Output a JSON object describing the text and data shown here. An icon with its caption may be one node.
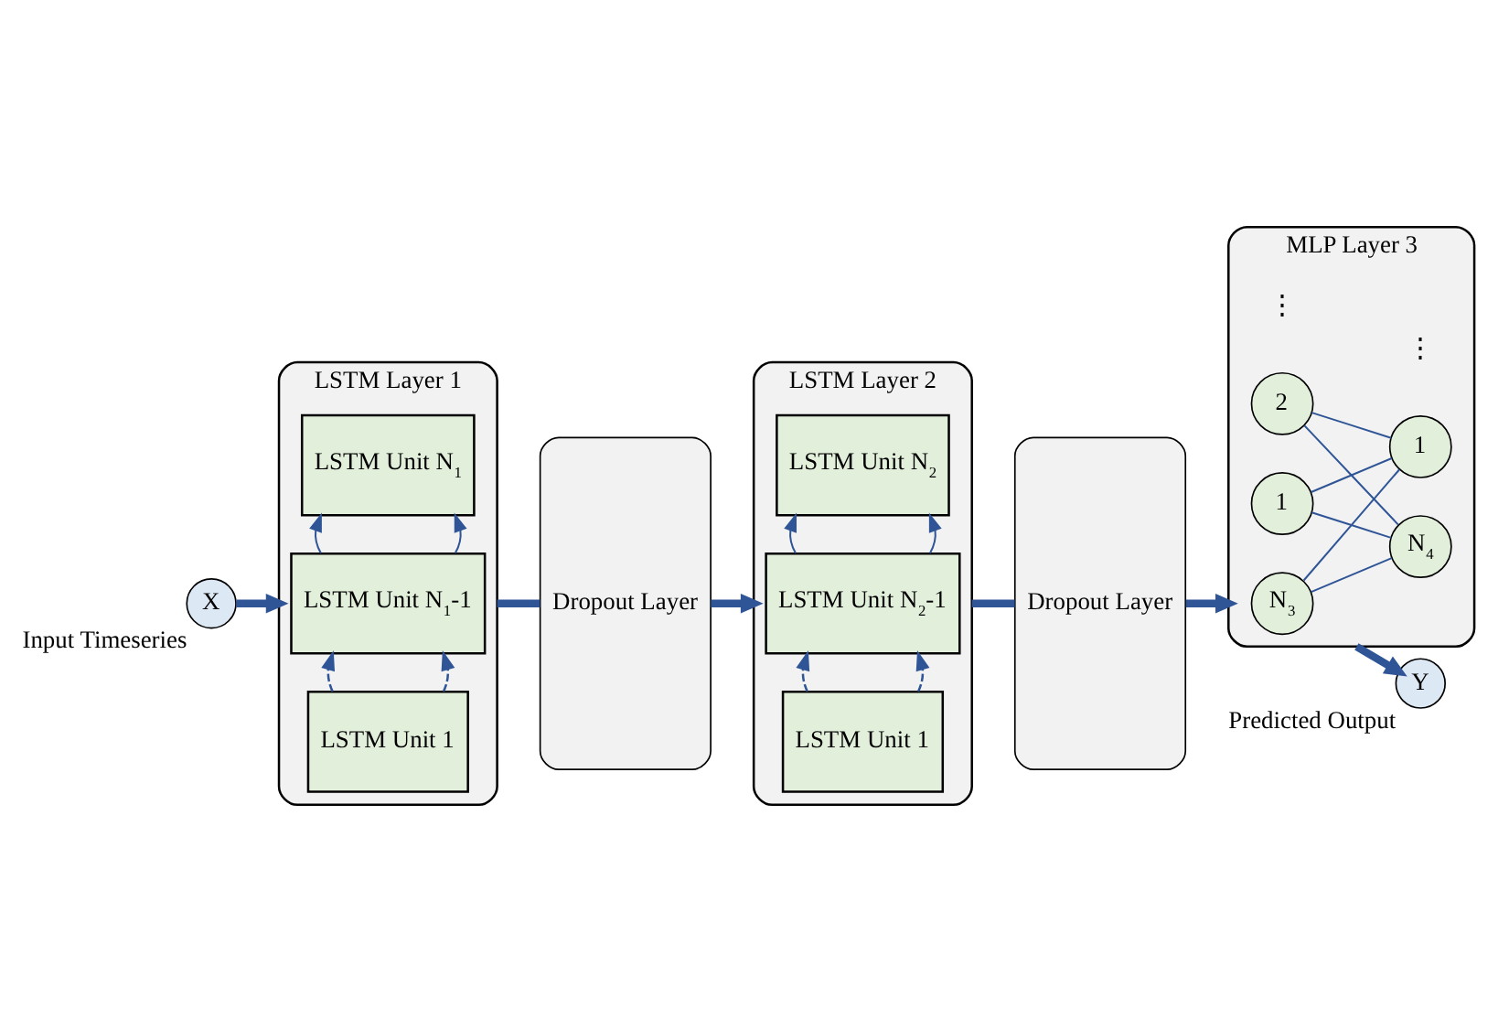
{
  "diagram": {
    "nodes": [
      {
        "text": [
          "X"
        ],
        "beside": [
          "Input Timeseries"
        ]
      },
      {
        "text": [
          "LSTM Layer 1"
        ]
      },
      {
        "text": [
          "LSTM Unit 1"
        ],
        "in": 1
      },
      {
        "text": [
          "LSTM Unit N$_{1}$-1"
        ],
        "in": 1
      },
      {
        "text": [
          "LSTM Unit N$_{1}$"
        ],
        "in": 1
      },
      {
        "text": [
          "Dropout Layer"
        ]
      },
      {
        "text": [
          "LSTM Layer 2"
        ]
      },
      {
        "text": [
          "LSTM Unit 1"
        ],
        "in": 6
      },
      {
        "text": [
          "LSTM Unit N$_{2}$-1"
        ],
        "in": 6
      },
      {
        "text": [
          "LSTM Unit N$_{2}$"
        ],
        "in": 6
      },
      {
        "text": [
          "Dropout Layer"
        ]
      },
      {
        "text": [
          "MLP Layer 3"
        ]
      },
      {
        "text": [
          "1"
        ],
        "in": 11
      },
      {
        "text": [
          "2"
        ],
        "in": 11
      },
      {
        "text": [
          "N$_{3}$"
        ],
        "in": 11
      },
      {
        "text": [
          "1"
        ],
        "in": 11
      },
      {
        "text": [
          "N$_{4}$"
        ],
        "in": 11
      },
      {
        "text": [
          "Y"
        ],
        "beside": [
          "Predicted Output"
        ]
      }
    ],
    "edges": [
      {
        "from": 0,
        "to": 1,
        "arrow": "to",
        "style": "thick"
      },
      {
        "from": 2,
        "to": 3,
        "arrow": "to",
        "style": "dashed"
      },
      {
        "from": 2,
        "to": 3,
        "arrow": "to",
        "style": "dashed"
      },
      {
        "from": 3,
        "to": 4,
        "arrow": "to"
      },
      {
        "from": 3,
        "to": 4,
        "arrow": "to"
      },
      {
        "from": 1,
        "to": 5,
        "arrow": "none",
        "style": "thick"
      },
      {
        "from": 5,
        "to": 6,
        "arrow": "to",
        "style": "thick"
      },
      {
        "from": 7,
        "to": 8,
        "arrow": "to",
        "style": "dashed"
      },
      {
        "from": 7,
        "to": 8,
        "arrow": "to",
        "style": "dashed"
      },
      {
        "from": 8,
        "to": 9,
        "arrow": "to"
      },
      {
        "from": 8,
        "to": 9,
        "arrow": "to"
      },
      {
        "from": 6,
        "to": 10,
        "arrow": "none",
        "style": "thick"
      },
      {
        "from": 10,
        "to": 11,
        "arrow": "to",
        "style": "thick"
      },
      {
        "from": 12,
        "to": 15,
        "arrow": "none"
      },
      {
        "from": 12,
        "to": 16,
        "arrow": "none"
      },
      {
        "from": 13,
        "to": 15,
        "arrow": "none"
      },
      {
        "from": 13,
        "to": 16,
        "arrow": "none"
      },
      {
        "from": 14,
        "to": 15,
        "arrow": "none"
      },
      {
        "from": 14,
        "to": 16,
        "arrow": "none"
      },
      {
        "from": 11,
        "to": 17,
        "arrow": "to",
        "style": "thick"
      }
    ],
    "labels": [
      "⋮",
      "⋮"
    ]
  }
}
